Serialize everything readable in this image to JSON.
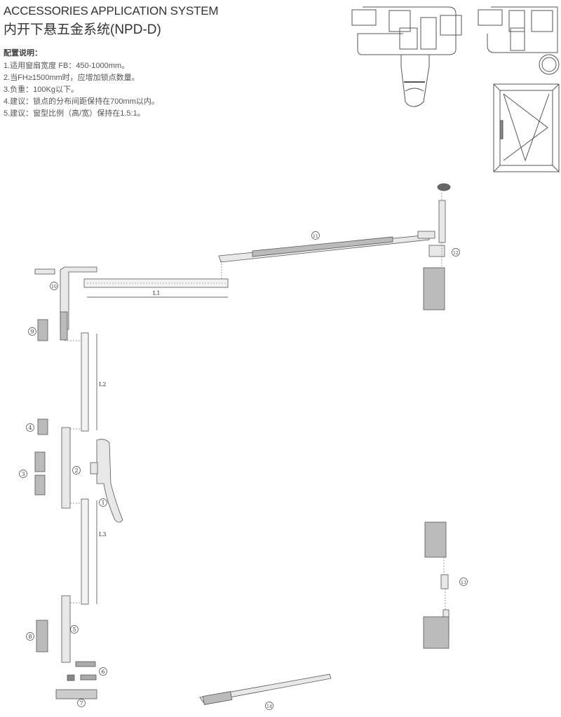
{
  "header": {
    "title_en": "ACCESSORIES APPLICATION SYSTEM",
    "title_cn": "内开下悬五金系统(NPD-D)"
  },
  "notes": {
    "heading": "配置说明：",
    "items": [
      "1.适用窗扇宽度 FB：450-1000mm。",
      "2.当FH≥1500mm时，应增加锁点数量。",
      "3.负重：100Kg以下。",
      "4.建议：锁点的分布间距保持在700mm以内。",
      "5.建议：窗型比例（高/宽）保持在1.5:1。"
    ]
  },
  "dimensions": {
    "l1": "L1",
    "l2": "L2",
    "l3": "L3"
  },
  "callouts": [
    "1",
    "2",
    "3",
    "4",
    "5",
    "6",
    "7",
    "8",
    "9",
    "10",
    "11",
    "12",
    "13",
    "14"
  ]
}
